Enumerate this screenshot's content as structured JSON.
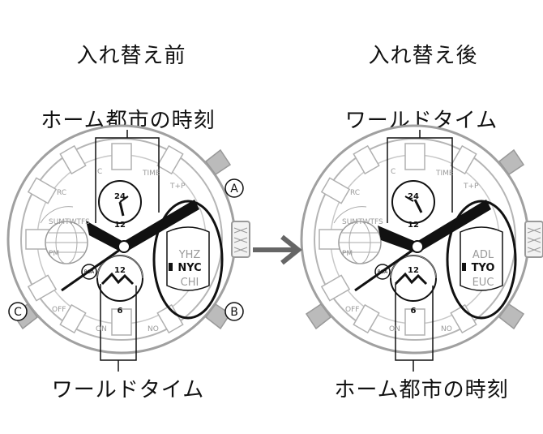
{
  "left": {
    "heading": "入れ替え前",
    "top_label": "ホーム都市の時刻",
    "bottom_label": "ワールドタイム",
    "cities": [
      "YHZ",
      "NYC",
      "CHI"
    ]
  },
  "right": {
    "heading": "入れ替え後",
    "top_label": "ワールドタイム",
    "bottom_label": "ホーム都市の時刻",
    "cities": [
      "ADL",
      "TYO",
      "EUC"
    ]
  },
  "dial": {
    "bezel_words": [
      "RC",
      "C",
      "TIME",
      "T+P",
      "OFF",
      "ON",
      "NO"
    ],
    "day_letters": "SUMTWTFS",
    "subdial_24": "24",
    "subdial_12": "12",
    "subdial_6": "6",
    "poa": "POA",
    "minor_label": "PM"
  },
  "buttons": {
    "a": "A",
    "b": "B",
    "c": "C"
  },
  "colors": {
    "watch_gray": "#a0a0a0",
    "light_gray": "#c8c8c8",
    "ink": "#111111",
    "arrow": "#666666"
  }
}
